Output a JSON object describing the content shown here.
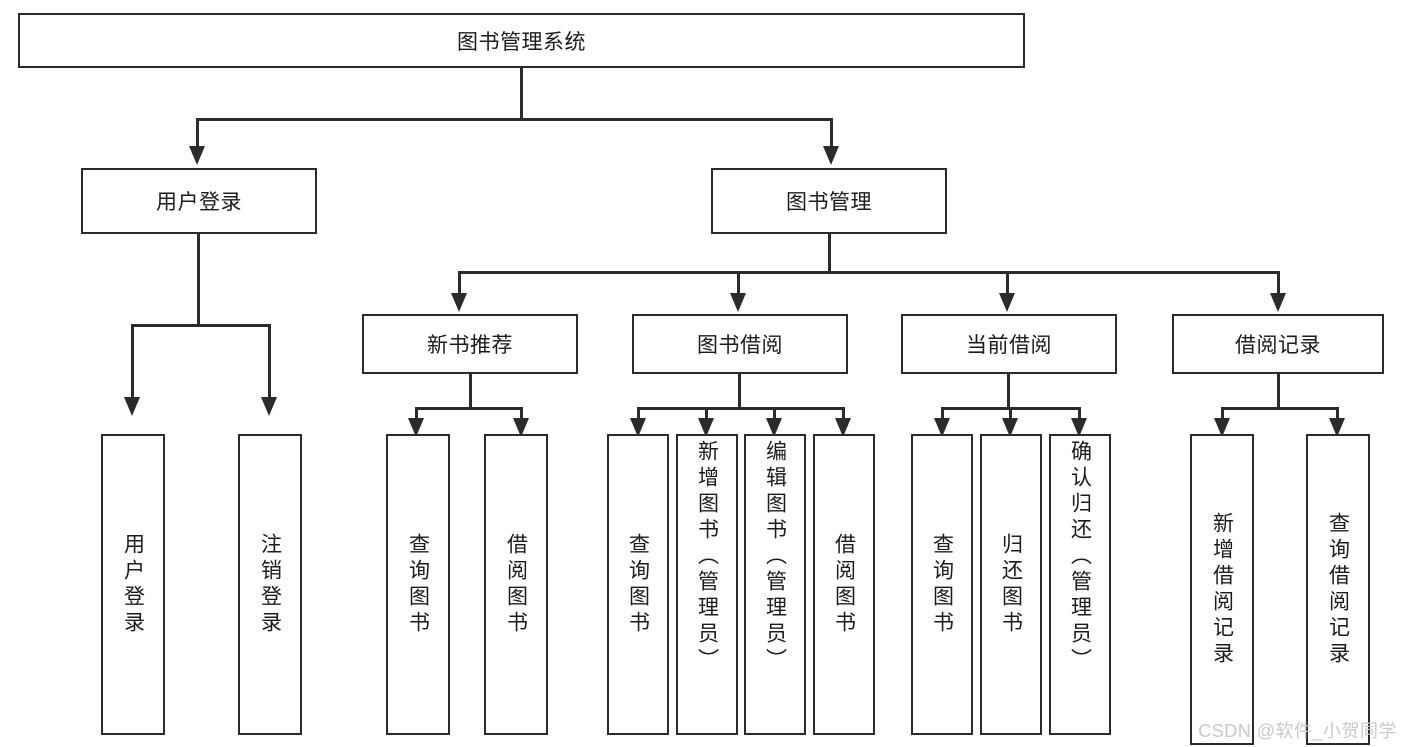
{
  "diagram": {
    "type": "hierarchy-tree",
    "title": "图书管理系统",
    "root": {
      "label": "图书管理系统"
    },
    "level1": [
      {
        "id": "user-login",
        "label": "用户登录"
      },
      {
        "id": "book-manage",
        "label": "图书管理"
      }
    ],
    "level2": [
      {
        "id": "new-book-recommend",
        "label": "新书推荐"
      },
      {
        "id": "book-borrow",
        "label": "图书借阅"
      },
      {
        "id": "current-borrow",
        "label": "当前借阅"
      },
      {
        "id": "borrow-record",
        "label": "借阅记录"
      }
    ],
    "leaves": {
      "user_login": [
        {
          "id": "leaf-user-login",
          "label": "用户登录"
        },
        {
          "id": "leaf-logout-login",
          "label": "注销登录"
        }
      ],
      "new_book_recommend": [
        {
          "id": "leaf-query-book-1",
          "label": "查询图书"
        },
        {
          "id": "leaf-borrow-book-1",
          "label": "借阅图书"
        }
      ],
      "book_borrow": [
        {
          "id": "leaf-query-book-2",
          "label": "查询图书"
        },
        {
          "id": "leaf-add-book",
          "label": "新增图书（管理员）"
        },
        {
          "id": "leaf-edit-book",
          "label": "编辑图书（管理员）"
        },
        {
          "id": "leaf-borrow-book-2",
          "label": "借阅图书"
        }
      ],
      "current_borrow": [
        {
          "id": "leaf-query-book-3",
          "label": "查询图书"
        },
        {
          "id": "leaf-return-book",
          "label": "归还图书"
        },
        {
          "id": "leaf-confirm-return",
          "label": "确认归还（管理员）"
        }
      ],
      "borrow_record": [
        {
          "id": "leaf-add-record",
          "label": "新增借阅记录"
        },
        {
          "id": "leaf-query-record",
          "label": "查询借阅记录"
        }
      ]
    }
  },
  "watermark": {
    "text": "CSDN @软件_小贺同学"
  },
  "colors": {
    "stroke": "#2b2b2b",
    "fill": "#ffffff",
    "text": "#1b1b1b",
    "watermark": "#c9c9c9"
  }
}
